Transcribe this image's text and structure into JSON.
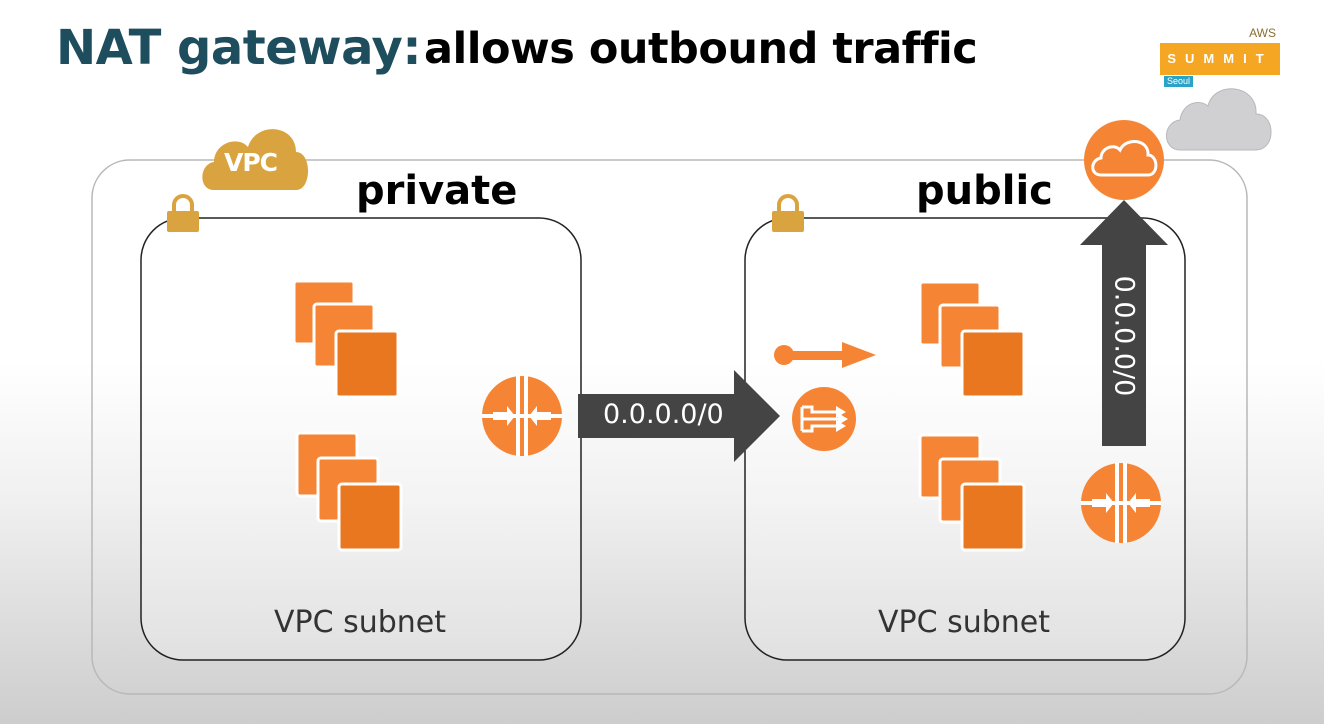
{
  "title": {
    "main": "NAT gateway:",
    "sub": "allows outbound traffic"
  },
  "logo": {
    "aws": "AWS",
    "summit": "SUMMIT",
    "city": "Seoul"
  },
  "vpc": {
    "badge": "VPC"
  },
  "private_subnet": {
    "zone_label": "private",
    "subnet_label": "VPC subnet"
  },
  "public_subnet": {
    "zone_label": "public",
    "subnet_label": "VPC subnet"
  },
  "arrows": {
    "horizontal_cidr": "0.0.0.0/0",
    "vertical_cidr": "0.0.0.0/0"
  },
  "colors": {
    "orange": "#f58535",
    "orange_dark": "#d86613",
    "gold": "#d9a440",
    "arrow_gray": "#444444",
    "title_teal": "#1e4e5e"
  }
}
